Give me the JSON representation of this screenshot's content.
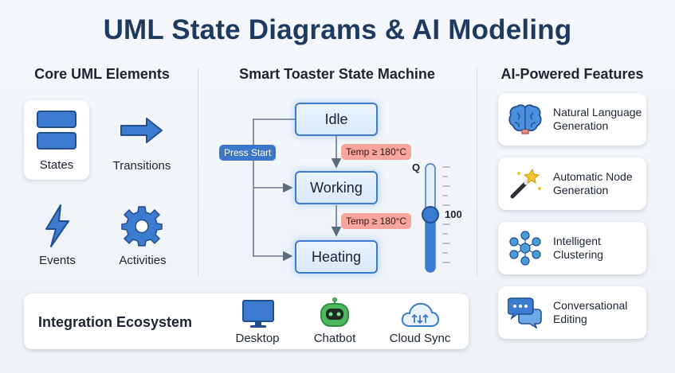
{
  "title": "UML State Diagrams & AI Modeling",
  "sections": {
    "core": "Core UML Elements",
    "machine": "Smart Toaster State Machine",
    "ai": "AI-Powered Features"
  },
  "core_elements": [
    {
      "label": "States",
      "icon": "states-icon"
    },
    {
      "label": "Transitions",
      "icon": "arrow-right-icon"
    },
    {
      "label": "Events",
      "icon": "lightning-icon"
    },
    {
      "label": "Activities",
      "icon": "gear-icon"
    }
  ],
  "state_machine": {
    "states": [
      "Idle",
      "Working",
      "Heating"
    ],
    "trigger": "Press Start",
    "guards": [
      "Temp ≥ 180°C",
      "Temp ≥ 180°C"
    ],
    "thermometer": {
      "label": "Q",
      "value": "100",
      "level": 0.5
    }
  },
  "ai_features": [
    {
      "label": "Natural Language\nGeneration",
      "icon": "brain-icon"
    },
    {
      "label": "Automatic Node\nGeneration",
      "icon": "magic-wand-icon"
    },
    {
      "label": "Intelligent\nClustering",
      "icon": "cluster-icon"
    },
    {
      "label": "Conversational\nEditing",
      "icon": "chat-bubbles-icon"
    }
  ],
  "integration": {
    "title": "Integration Ecosystem",
    "items": [
      {
        "label": "Desktop",
        "icon": "monitor-icon"
      },
      {
        "label": "Chatbot",
        "icon": "robot-icon"
      },
      {
        "label": "Cloud Sync",
        "icon": "cloud-sync-icon"
      }
    ]
  },
  "colors": {
    "primary": "#1e3a5f",
    "accent": "#3d7bd0",
    "guard": "#f8a59b"
  }
}
